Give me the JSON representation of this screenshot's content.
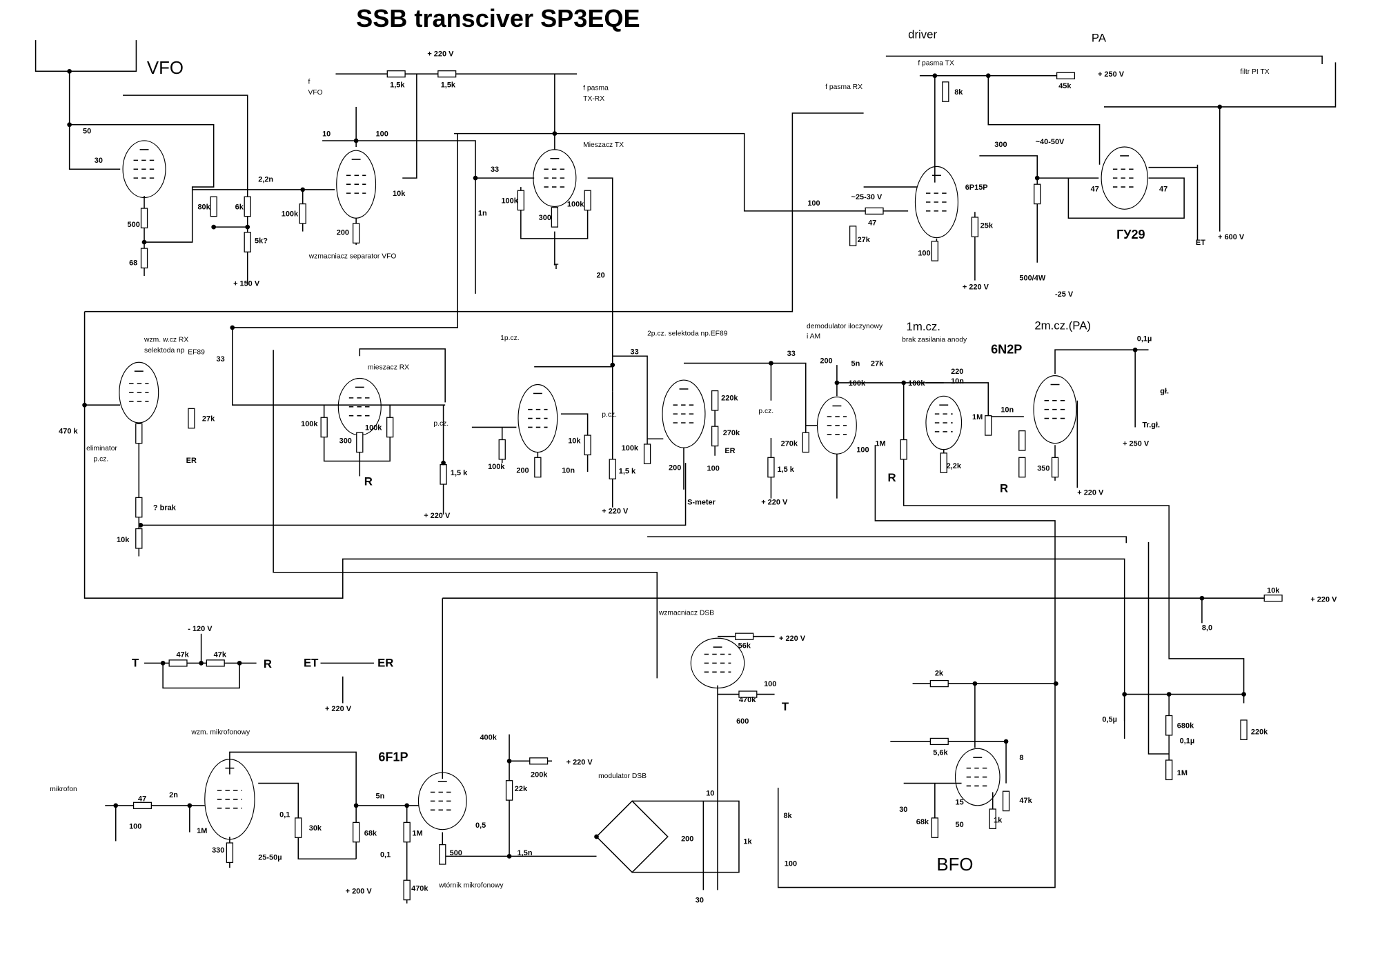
{
  "title": "SSB transciver SP3EQE",
  "sections": {
    "vfo": "VFO",
    "driver": "driver",
    "pa": "PA",
    "bfo": "BFO",
    "tube_6p15p": "6P15P",
    "tube_gu29": "ГУ29",
    "tube_6n2p": "6N2P",
    "tube_6f1p": "6F1P",
    "af1": "1m.cz.",
    "af2": "2m.cz.(PA)"
  },
  "labels": [
    "50",
    "30",
    "500",
    "68",
    "80k",
    "6k",
    "5k?",
    "+ 150 V",
    "2,2n",
    "100k",
    "200",
    "10k",
    "10",
    "100",
    "f",
    "VFO",
    "1,5k",
    "1,5k",
    "+ 220 V",
    "f pasma",
    "TX-RX",
    "Mieszacz TX",
    "33",
    "100k",
    "300",
    "100k",
    "T",
    "1n",
    "20",
    "wzmacniacz separator VFO",
    "f pasma RX",
    "f pasma TX",
    "8k",
    "+ 250 V",
    "45k",
    "filtr PI TX",
    "300",
    "~40-50V",
    "~25-30 V",
    "100",
    "47",
    "27k",
    "100",
    "25k",
    "+ 220 V",
    "47",
    "47",
    "ET",
    "+ 600 V",
    "500/4W",
    "-25 V",
    "wzm. w.cz  RX",
    "selektoda np",
    "EF89",
    "33",
    "470 k",
    "eliminator",
    "p.cz.",
    "27k",
    "ER",
    "? brak",
    "10k",
    "mieszacz RX",
    "100k",
    "300",
    "100k",
    "R",
    "p.cz.",
    "1,5 k",
    "+ 220 V",
    "100k",
    "1p.cz.",
    "200",
    "10n",
    "10k",
    "p.cz.",
    "1,5 k",
    "+ 220 V",
    "100k",
    "33",
    "2p.cz.  selektoda np.EF89",
    "220k",
    "270k",
    "ER",
    "200",
    "100",
    "S-meter",
    "33",
    "p.cz.",
    "270k",
    "1,5 k",
    "+ 220 V",
    "demodulator iloczynowy",
    "i AM",
    "brak zasilania anody",
    "200",
    "5n",
    "27k",
    "100k",
    "100k",
    "220",
    "10n",
    "1M",
    "R",
    "100",
    "2,2k",
    "0,1µ",
    "1M",
    "10n",
    "gł.",
    "Tr.gł.",
    "+ 250 V",
    "R",
    "350",
    "+ 220 V",
    "10k",
    "+ 220 V",
    "8,0",
    "- 120 V",
    "47k",
    "47k",
    "T",
    "R",
    "ET",
    "ER",
    "+ 220 V",
    "wzm. mikrofonowy",
    "mikrofon",
    "47",
    "2n",
    "100",
    "1M",
    "330",
    "25-50µ",
    "0,1",
    "30k",
    "68k",
    "+ 200 V",
    "5n",
    "1M",
    "0,1",
    "470k",
    "500",
    "0,5",
    "wtórnik mikrofonowy",
    "400k",
    "200k",
    "+ 220 V",
    "22k",
    "1,5n",
    "modulator DSB",
    "wzmacniacz DSB",
    "56k",
    "+ 220 V",
    "100",
    "470k",
    "T",
    "600",
    "10",
    "200",
    "1k",
    "8k",
    "100",
    "30",
    "2k",
    "5,6k",
    "8",
    "30",
    "15",
    "68k",
    "50",
    "1k",
    "47k",
    "0,5µ",
    "680k",
    "0,1µ",
    "220k",
    "1M"
  ]
}
